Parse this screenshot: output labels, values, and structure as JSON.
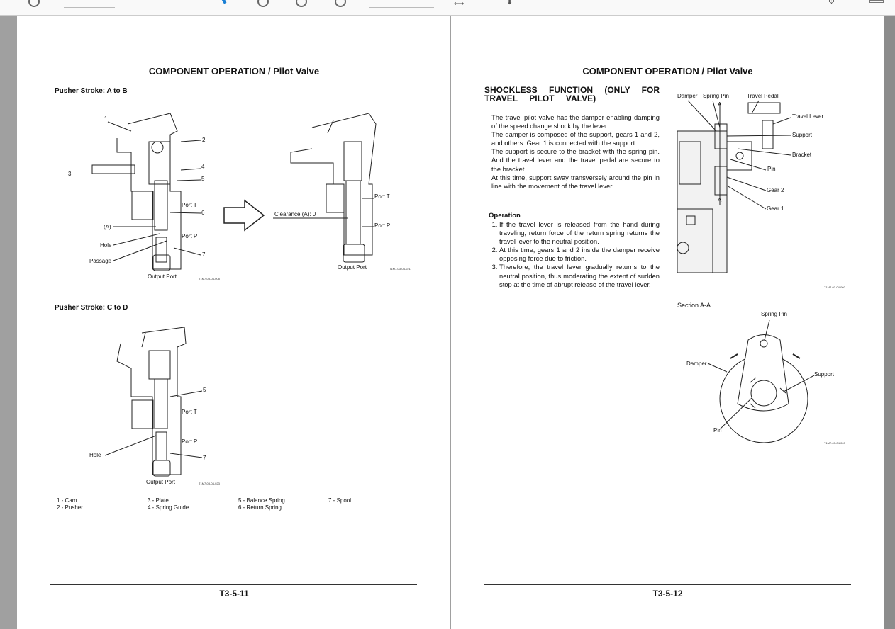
{
  "left_page": {
    "title": "COMPONENT OPERATION / Pilot Valve",
    "section1": "Pusher Stroke: A to B",
    "fig1": {
      "n1": "1",
      "n2": "2",
      "n3": "3",
      "n4": "4",
      "n5": "5",
      "port_t": "Port T",
      "n6": "6",
      "a": "(A)",
      "port_p": "Port P",
      "hole": "Hole",
      "n7": "7",
      "passage": "Passage",
      "output": "Output Port",
      "id": "T1M7-03-04-008"
    },
    "fig2": {
      "clearance": "Clearance (A): 0",
      "port_t": "Port T",
      "port_p": "Port P",
      "output": "Output Port",
      "id": "T1M7-03-04-021"
    },
    "section2": "Pusher Stroke: C to D",
    "fig3": {
      "n5": "5",
      "port_t": "Port T",
      "port_p": "Port P",
      "hole": "Hole",
      "n7": "7",
      "output": "Output Port",
      "id": "T1M7-03-04-023"
    },
    "legend": [
      "1 -  Cam",
      "2 -  Pusher",
      "3 -  Plate",
      "4 -  Spring Guide",
      "5 -  Balance Spring",
      "6 -  Return Spring",
      "7 -  Spool"
    ],
    "page_number": "T3-5-11"
  },
  "right_page": {
    "title": "COMPONENT OPERATION / Pilot Valve",
    "heading": "SHOCKLESS FUNCTION (ONLY FOR TRAVEL PILOT VALVE)",
    "paragraphs": [
      "The travel pilot valve has the damper enabling damping of the speed change shock by the lever.",
      "The damper is composed of the support, gears 1 and 2, and others. Gear 1 is connected with the support.",
      "The support is secure to the bracket with the spring pin. And the travel lever and the travel pedal are secure to the bracket.",
      "At this time, support sway transversely around the pin in line with the movement of the travel lever."
    ],
    "operation_heading": "Operation",
    "operation_steps": [
      "If the travel lever is released from the hand during traveling, return force of the return spring returns the travel lever to the neutral position.",
      "At this time, gears 1 and 2 inside the damper receive opposing force due to friction.",
      "Therefore, the travel lever gradually returns to the neutral position, thus moderating the extent of sudden stop at the time of abrupt release of the travel lever."
    ],
    "fig4": {
      "damper": "Damper",
      "spring_pin": "Spring Pin",
      "travel_pedal": "Travel Pedal",
      "a1": "A",
      "travel_lever": "Travel Lever",
      "support": "Support",
      "bracket": "Bracket",
      "pin": "Pin",
      "gear2": "Gear 2",
      "a2": "A",
      "gear1": "Gear 1",
      "id": "T1M7-03-04-002"
    },
    "section_aa": "Section A-A",
    "fig5": {
      "spring_pin": "Spring Pin",
      "damper": "Damper",
      "support": "Support",
      "pin": "Pin",
      "id": "T1M7-03-04-003"
    },
    "page_number": "T3-5-12"
  }
}
